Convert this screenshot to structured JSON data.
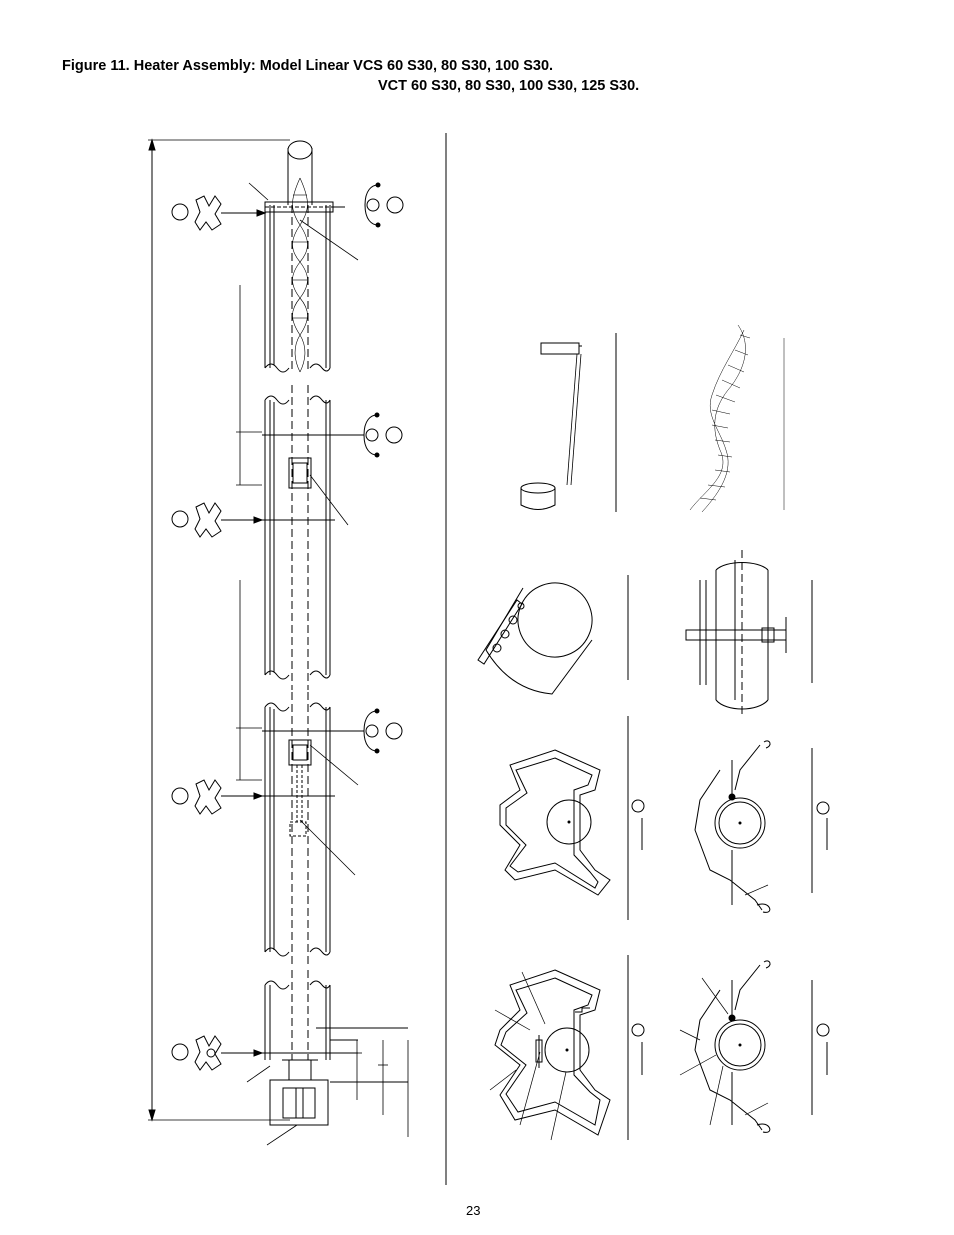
{
  "figure": {
    "title_line1": "Figure 11.  Heater Assembly: Model Linear VCS 60 S30, 80 S30, 100 S30.",
    "title_line2": "VCT 60 S30, 80 S30, 100 S30, 125 S30."
  },
  "page_number": "23"
}
